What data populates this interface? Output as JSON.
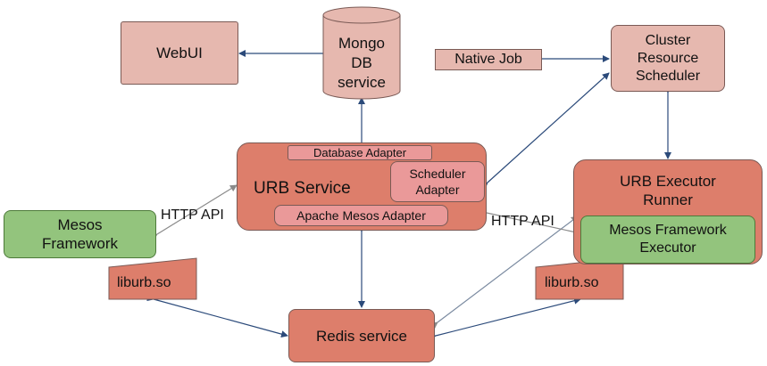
{
  "nodes": {
    "webui": "WebUI",
    "mongo_db": [
      "Mongo",
      "DB",
      "service"
    ],
    "native_job": "Native Job",
    "cluster_scheduler": [
      "Cluster",
      "Resource",
      "Scheduler"
    ],
    "urb_service": "URB Service",
    "database_adapter": "Database Adapter",
    "scheduler_adapter": [
      "Scheduler",
      "Adapter"
    ],
    "apache_mesos_adapter": "Apache Mesos Adapter",
    "urb_executor_runner": [
      "URB Executor",
      "Runner"
    ],
    "mesos_framework": [
      "Mesos",
      "Framework"
    ],
    "mesos_framework_executor": [
      "Mesos Framework",
      "Executor"
    ],
    "liburb_left": "liburb.so",
    "liburb_right": "liburb.so",
    "redis_service": "Redis service"
  },
  "labels": {
    "http_api_left": "HTTP API",
    "http_api_right": "HTTP API"
  },
  "colors": {
    "light_pink": "#e6b8af",
    "salmon": "#dd7e6b",
    "rose": "#ea9999",
    "green": "#93c47d",
    "connector_blue": "#2b4a7a",
    "connector_gray": "#9a9a9a"
  }
}
